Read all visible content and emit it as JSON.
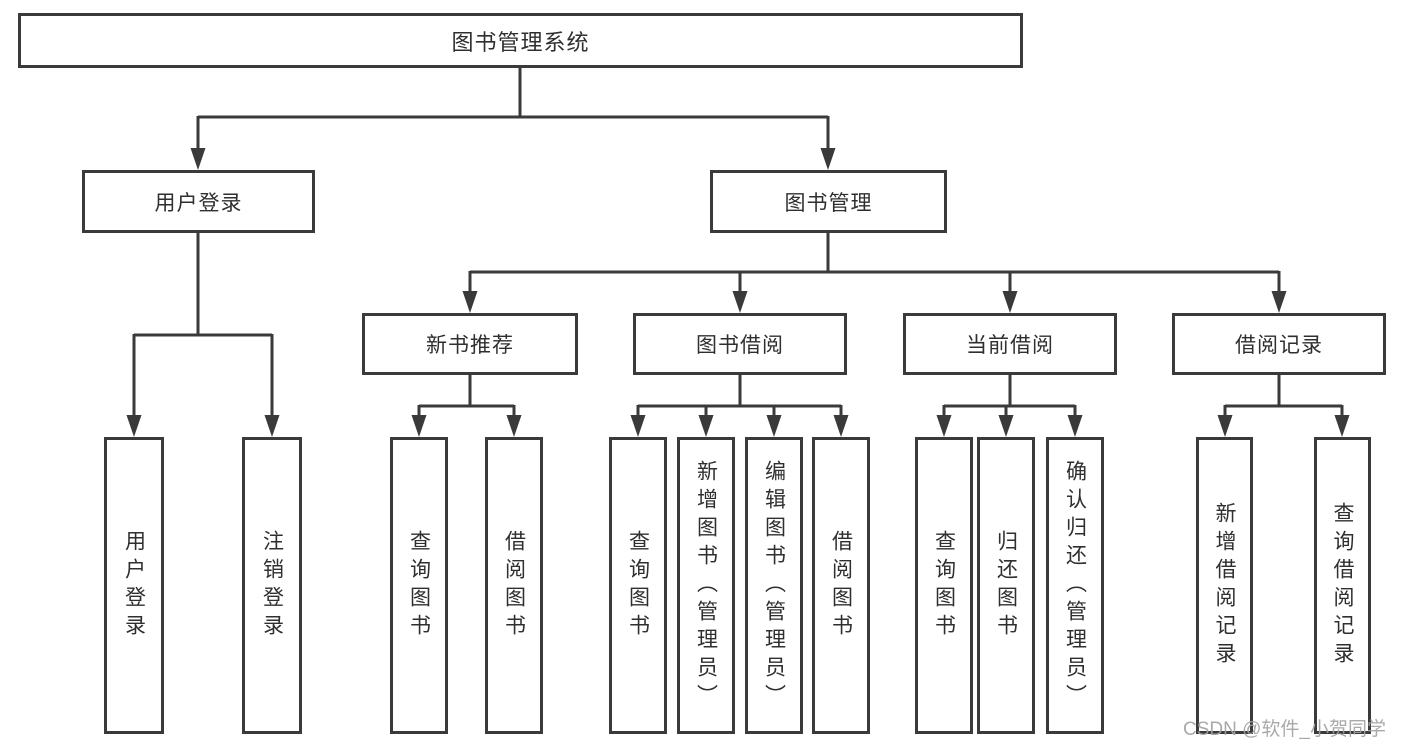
{
  "diagram_type": "hierarchy-tree",
  "colors": {
    "line": "#3a3a3a",
    "box_border": "#3a3a3a",
    "box_fill": "#ffffff",
    "text": "#2f2f2f",
    "watermark": "#a2a2a2"
  },
  "tree": {
    "label": "图书管理系统",
    "children": [
      {
        "label": "用户登录",
        "children": [
          {
            "label": "用户登录"
          },
          {
            "label": "注销登录"
          }
        ]
      },
      {
        "label": "图书管理",
        "children": [
          {
            "label": "新书推荐",
            "children": [
              {
                "label": "查询图书"
              },
              {
                "label": "借阅图书"
              }
            ]
          },
          {
            "label": "图书借阅",
            "children": [
              {
                "label": "查询图书"
              },
              {
                "label": "新增图书（管理员）"
              },
              {
                "label": "编辑图书（管理员）"
              },
              {
                "label": "借阅图书"
              }
            ]
          },
          {
            "label": "当前借阅",
            "children": [
              {
                "label": "查询图书"
              },
              {
                "label": "归还图书"
              },
              {
                "label": "确认归还（管理员）"
              }
            ]
          },
          {
            "label": "借阅记录",
            "children": [
              {
                "label": "新增借阅记录"
              },
              {
                "label": "查询借阅记录"
              }
            ]
          }
        ]
      }
    ]
  },
  "watermark": "CSDN @软件_小贺同学"
}
